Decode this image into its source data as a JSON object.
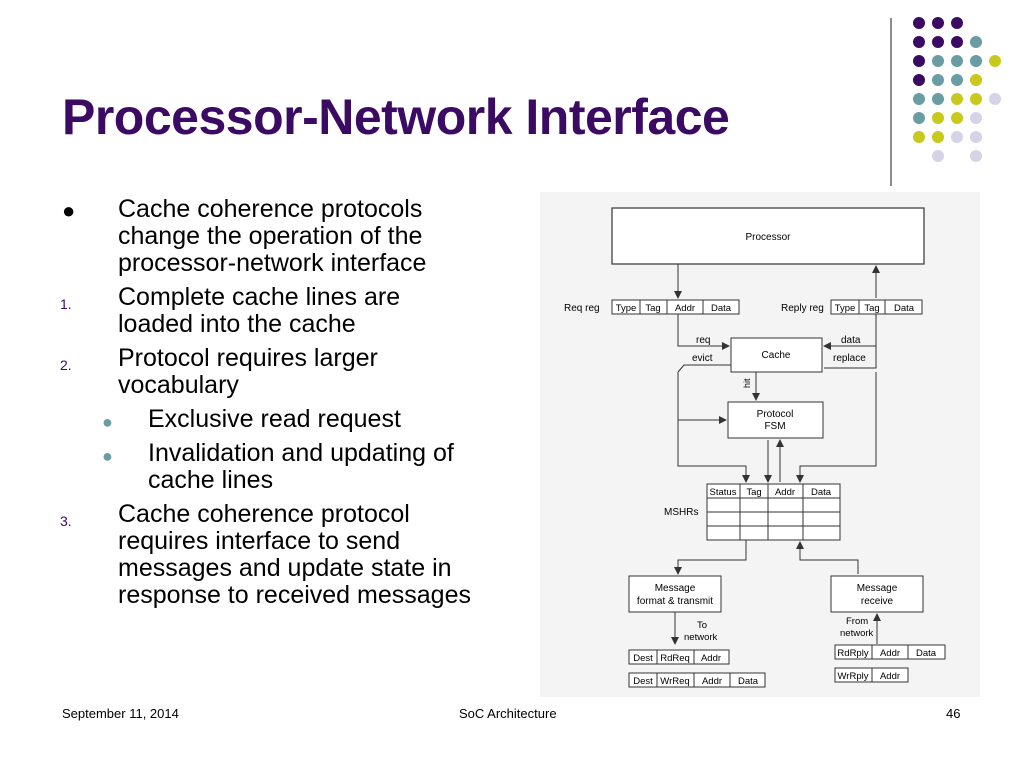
{
  "slide": {
    "title": "Processor-Network Interface",
    "bullets": [
      {
        "marker": "●",
        "text": "Cache coherence protocols change the operation of the processor-network interface"
      },
      {
        "marker": "1.",
        "text": "Complete cache lines are loaded into the cache"
      },
      {
        "marker": "2.",
        "text": "Protocol requires larger vocabulary"
      },
      {
        "marker": "●",
        "text": "Exclusive read request"
      },
      {
        "marker": "●",
        "text": "Invalidation and updating of cache lines"
      },
      {
        "marker": "3.",
        "text": "Cache coherence protocol requires interface to send messages and update state in response to received messages"
      }
    ]
  },
  "diagram": {
    "processor": "Processor",
    "req_reg": "Req reg",
    "reply_reg": "Reply reg",
    "reg_fields_left": [
      "Type",
      "Tag",
      "Addr",
      "Data"
    ],
    "reg_fields_right": [
      "Type",
      "Tag",
      "Data"
    ],
    "req": "req",
    "evict": "evict",
    "data": "data",
    "replace": "replace",
    "cache": "Cache",
    "hit": "hit",
    "fsm_line1": "Protocol",
    "fsm_line2": "FSM",
    "mshrs": "MSHRs",
    "mshr_cols": [
      "Status",
      "Tag",
      "Addr",
      "Data"
    ],
    "msg_tx_line1": "Message",
    "msg_tx_line2": "format & transmit",
    "msg_rx_line1": "Message",
    "msg_rx_line2": "receive",
    "to_net_1": "To",
    "to_net_2": "network",
    "from_net_1": "From",
    "from_net_2": "network",
    "out_msg1": [
      "Dest",
      "RdReq",
      "Addr"
    ],
    "out_msg2": [
      "Dest",
      "WrReq",
      "Addr",
      "Data"
    ],
    "in_msg1": [
      "RdRply",
      "Addr",
      "Data"
    ],
    "in_msg2": [
      "WrRply",
      "Addr"
    ]
  },
  "footer": {
    "date": "September 11, 2014",
    "course": "SoC Architecture",
    "page": "46"
  },
  "colors": {
    "title": "#3b0a63",
    "dot_purple": "#3b0a63",
    "dot_teal": "#6a9da3",
    "dot_yellow": "#c9c81c",
    "dot_lavender": "#d5d3e6"
  }
}
